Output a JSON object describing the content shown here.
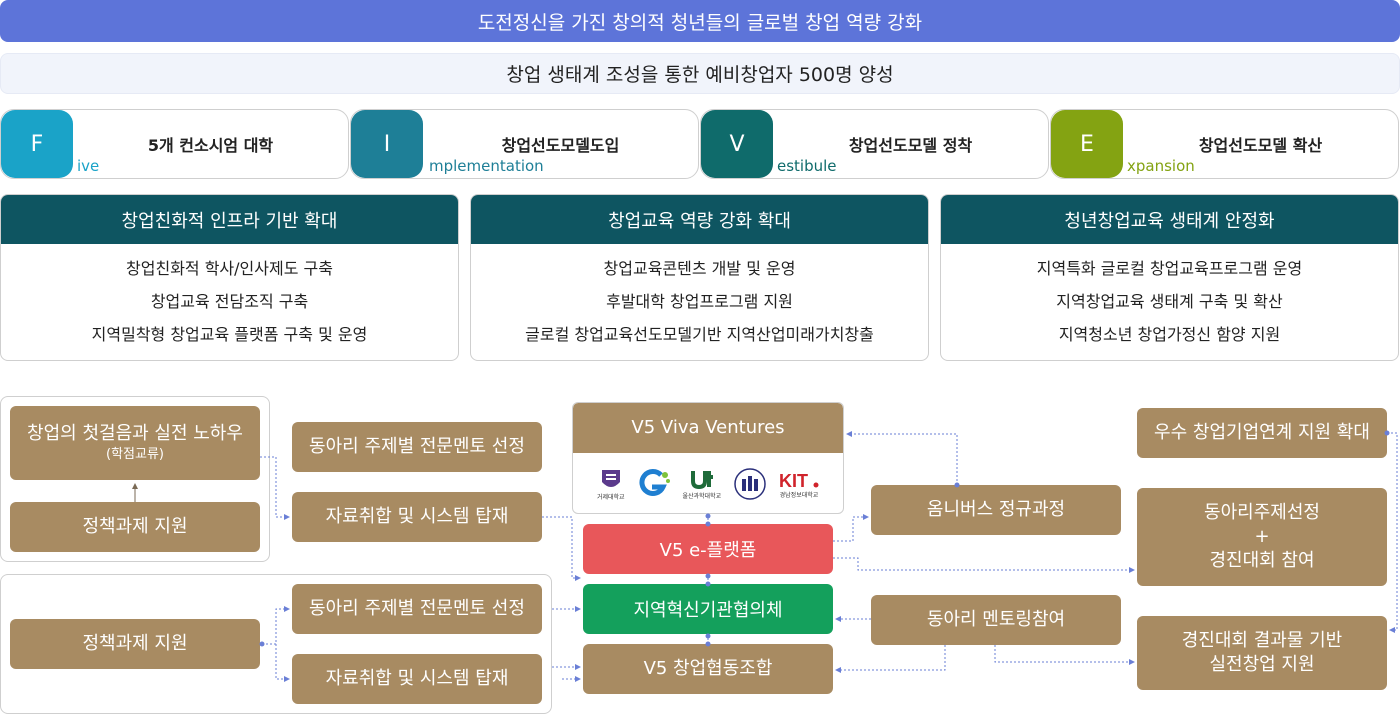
{
  "vision": "도전정신을 가진 창의적 청년들의 글로벌 창업 역량 강화",
  "goal": "창업 생태계 조성을 통한 예비창업자 500명 양성",
  "five": [
    {
      "letter": "F",
      "sub": "ive",
      "title": "5개 컨소시엄 대학",
      "color": "#1aa3c8",
      "sub_color": "#1aa3c8"
    },
    {
      "letter": "I",
      "sub": "mplementation",
      "title": "창업선도모델도입",
      "color": "#1e7f97",
      "sub_color": "#1e7f97"
    },
    {
      "letter": "V",
      "sub": "estibule",
      "title": "창업선도모델 정착",
      "color": "#0f6b6b",
      "sub_color": "#0f6b6b"
    },
    {
      "letter": "E",
      "sub": "xpansion",
      "title": "창업선도모델 확산",
      "color": "#84a312",
      "sub_color": "#84a312"
    }
  ],
  "pillars": [
    {
      "title": "창업친화적 인프라 기반 확대",
      "items": [
        "창업친화적 학사/인사제도 구축",
        "창업교육 전담조직 구축",
        "지역밀착형 창업교육 플랫폼 구축 및 운영"
      ]
    },
    {
      "title": "창업교육 역량 강화 확대",
      "items": [
        "창업교육콘텐츠 개발 및 운영",
        "후발대학 창업프로그램 지원",
        "글로컬 창업교육선도모델기반 지역산업미래가치창출"
      ]
    },
    {
      "title": "청년창업교육 생태계 안정화",
      "items": [
        "지역특화 글로컬 창업교육프로그램 운영",
        "지역창업교육 생태계 구축 및 확산",
        "지역청소년 창업가정신 함양 지원"
      ]
    }
  ],
  "left": {
    "first_steps": "창업의 첫걸음과 실전 노하우",
    "first_steps_sub": "(학점교류)",
    "policy_top": "정책과제 지원",
    "policy_bottom": "정책과제 지원"
  },
  "mid": {
    "mentor_top": "동아리 주제별 전문멘토 선정",
    "material_top": "자료취합 및 시스템 탑재",
    "mentor_bottom": "동아리 주제별 전문멘토 선정",
    "material_bottom": "자료취합 및 시스템 탑재"
  },
  "center": {
    "ventures": "V5 Viva Ventures",
    "platform": "V5 e-플랫폼",
    "council": "지역혁신기관협의체",
    "coop": "V5 창업협동조합"
  },
  "logos": [
    {
      "name": "거제대학교",
      "color": "#5b3a8c"
    },
    {
      "name": "",
      "color": "#1f7fd1"
    },
    {
      "name": "울산과학대학교",
      "color": "#1f6b3a"
    },
    {
      "name": "",
      "color": "#2a2f7a"
    },
    {
      "name": "경남정보대학교",
      "color": "#d0232b"
    }
  ],
  "right_mid": {
    "omnibus": "옴니버스 정규과정",
    "mentoring": "동아리 멘토링참여"
  },
  "right": {
    "excellent": "우수 창업기업연계 지원 확대",
    "club_line1": "동아리주제선정",
    "club_plus": "+",
    "club_line2": "경진대회 참여",
    "contest_line1": "경진대회 결과물 기반",
    "contest_line2": "실전창업 지원"
  },
  "colors": {
    "connector": "#6a7fd6",
    "tan": "#a88b62",
    "teal_header": "#0e5561",
    "red": "#e8575a",
    "green": "#14a05c"
  }
}
